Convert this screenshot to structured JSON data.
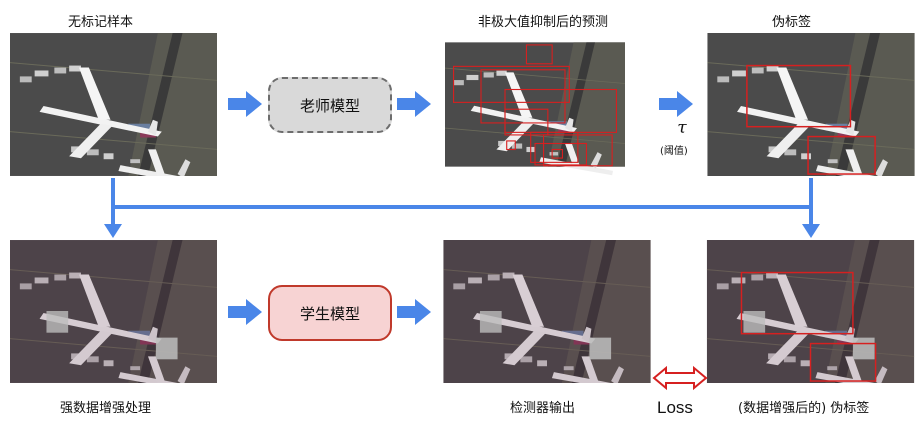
{
  "labels": {
    "unlabeled": "无标记样本",
    "nms": "非极大值抑制后的预测",
    "pseudo": "伪标签",
    "strong_aug": "强数据增强处理",
    "detector_out": "检测器输出",
    "aug_pseudo": "(数据增强后的) 伪标签"
  },
  "boxes": {
    "teacher": "老师模型",
    "student": "学生模型"
  },
  "threshold": {
    "symbol": "τ",
    "text": "(阈值)"
  },
  "loss": "Loss",
  "colors": {
    "arrow": "#4a86e8",
    "bbox": "#d62020",
    "teacher_fill": "#d9d9d9",
    "student_fill": "#f7d3d3",
    "student_border": "#c0392b"
  }
}
